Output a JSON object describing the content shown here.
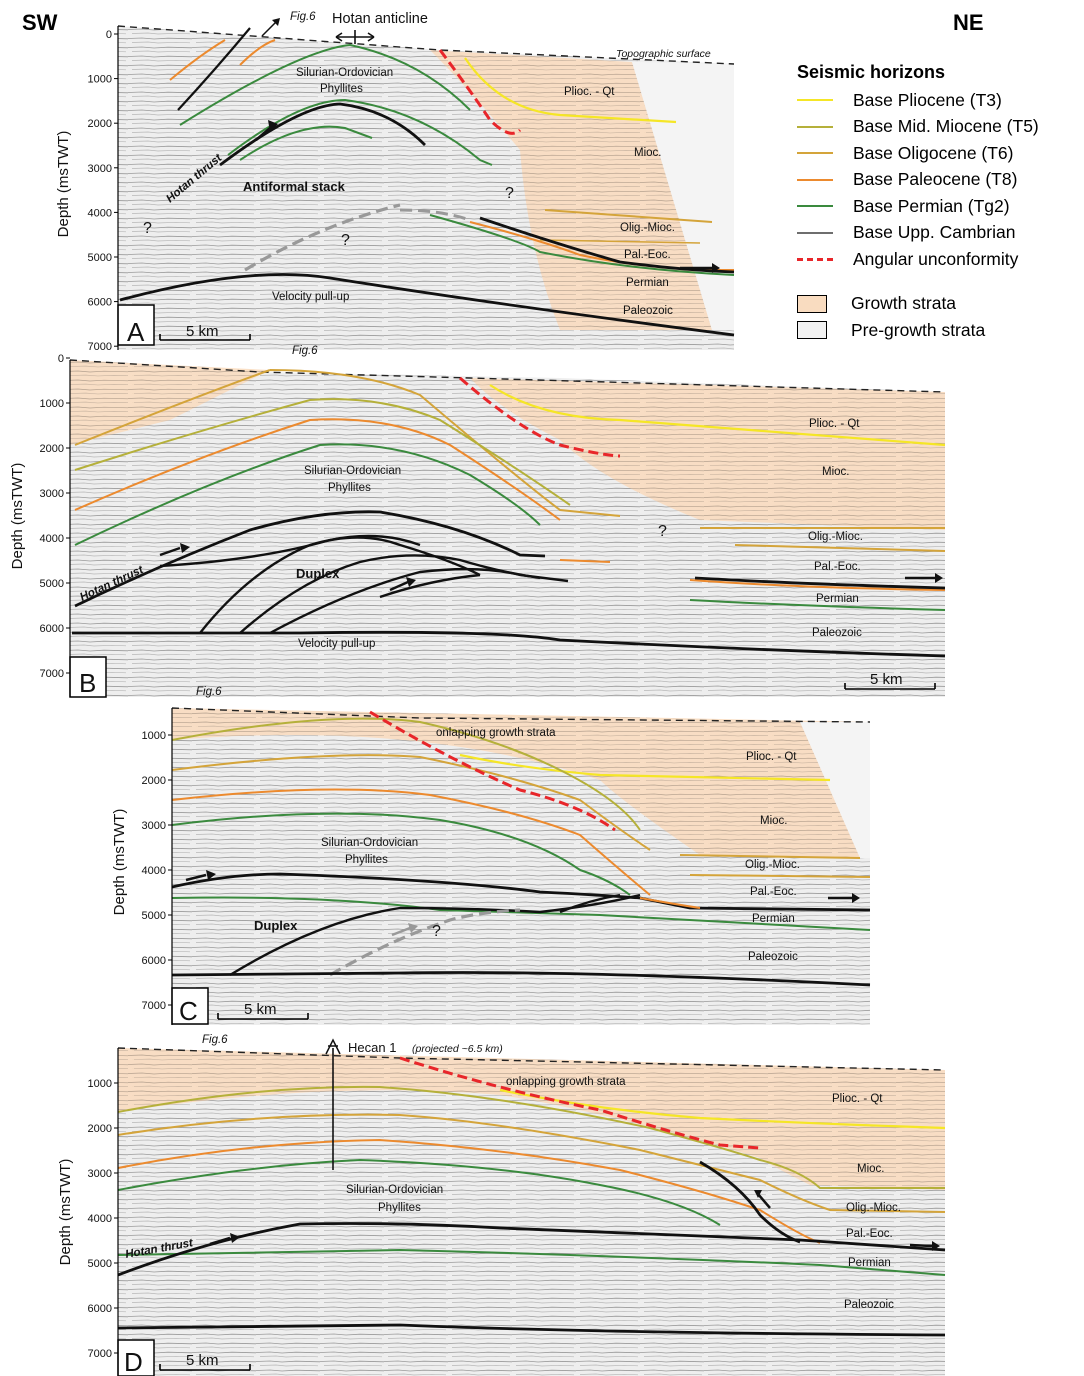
{
  "orientation": {
    "left": "SW",
    "right": "NE"
  },
  "legend": {
    "title": "Seismic horizons",
    "horizons": [
      {
        "label": "Base Pliocene (T3)",
        "color": "#f5e626",
        "style": "solid"
      },
      {
        "label": "Base Mid. Miocene (T5)",
        "color": "#b5b03a",
        "style": "solid"
      },
      {
        "label": "Base Oligocene (T6)",
        "color": "#d4a43a",
        "style": "solid"
      },
      {
        "label": "Base Paleocene (T8)",
        "color": "#ec8a2e",
        "style": "solid"
      },
      {
        "label": "Base Permian (Tg2)",
        "color": "#3a8a3e",
        "style": "solid"
      },
      {
        "label": "Base Upp. Cambrian",
        "color": "#6e6e6e",
        "style": "solid"
      },
      {
        "label": "Angular unconformity",
        "color": "#e8262a",
        "style": "dashed"
      }
    ],
    "strata": [
      {
        "label": "Growth strata",
        "color": "#f9dcc0"
      },
      {
        "label": "Pre-growth strata",
        "color": "#f2f2f2"
      }
    ]
  },
  "colors": {
    "growth": "#f9dcc0",
    "pregrowth": "#eeeeee",
    "thrust": "#111111"
  },
  "common": {
    "axis_label": "Depth (msTWT)",
    "scale_bar": "5 km",
    "fig_ref": "Fig.6",
    "silurian": "Silurian-Ordovician",
    "phyllites": "Phyllites",
    "plioc": "Plioc. - Qt",
    "mioc": "Mioc.",
    "olig": "Olig.-Mioc.",
    "paleo_eoc": "Pal.-Eoc.",
    "permian": "Permian",
    "paleozoic": "Paleozoic",
    "pullup": "Velocity pull-up",
    "hotan_thrust": "Hotan thrust",
    "duplex": "Duplex",
    "question": "?"
  },
  "sections": {
    "A": {
      "letter": "A",
      "ticks": [
        "0",
        "1000",
        "2000",
        "3000",
        "4000",
        "5000",
        "6000",
        "7000"
      ],
      "anticline": "Hotan anticline",
      "topo": "Topographic surface",
      "stack": "Antiformal stack"
    },
    "B": {
      "letter": "B",
      "ticks": [
        "0",
        "1000",
        "2000",
        "3000",
        "4000",
        "5000",
        "6000",
        "7000"
      ]
    },
    "C": {
      "letter": "C",
      "ticks": [
        "1000",
        "2000",
        "3000",
        "4000",
        "5000",
        "6000",
        "7000"
      ],
      "onlap": "onlapping growth strata"
    },
    "D": {
      "letter": "D",
      "ticks": [
        "1000",
        "2000",
        "3000",
        "4000",
        "5000",
        "6000",
        "7000"
      ],
      "onlap": "onlapping growth strata",
      "well": "Hecan 1",
      "well_note": "(projected ~6.5 km)"
    }
  }
}
